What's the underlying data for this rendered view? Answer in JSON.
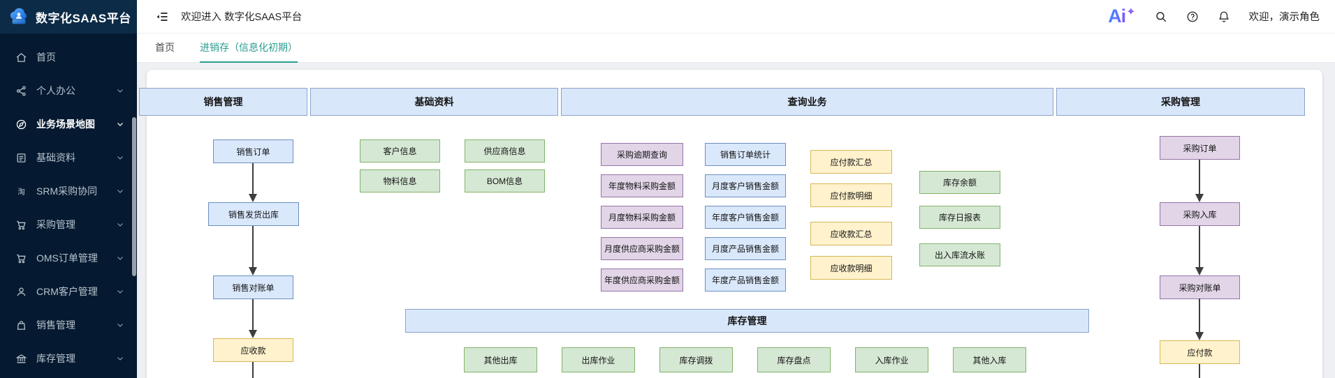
{
  "app": {
    "title": "数字化SAAS平台"
  },
  "header": {
    "welcome_title": "欢迎进入 数字化SAAS平台",
    "logo_text": "Ai",
    "logo_sparkle": "✦",
    "user_greeting": "欢迎，演示角色",
    "icons": [
      "menu-fold-icon",
      "search-icon",
      "help-icon",
      "bell-icon"
    ]
  },
  "tabs": [
    {
      "label": "首页",
      "active": false
    },
    {
      "label": "进销存（信息化初期）",
      "active": true
    }
  ],
  "sidebar": {
    "items": [
      {
        "label": "首页",
        "icon": "home-icon",
        "expandable": false,
        "active": false
      },
      {
        "label": "个人办公",
        "icon": "share-icon",
        "expandable": true,
        "active": false
      },
      {
        "label": "业务场景地图",
        "icon": "compass-icon",
        "expandable": true,
        "active": true
      },
      {
        "label": "基础资料",
        "icon": "document-icon",
        "expandable": true,
        "active": false
      },
      {
        "label": "SRM采购协同",
        "icon": "taobao-icon",
        "expandable": true,
        "active": false
      },
      {
        "label": "采购管理",
        "icon": "cart-icon",
        "expandable": true,
        "active": false
      },
      {
        "label": "OMS订单管理",
        "icon": "cart-icon",
        "expandable": true,
        "active": false
      },
      {
        "label": "CRM客户管理",
        "icon": "user-icon",
        "expandable": true,
        "active": false
      },
      {
        "label": "销售管理",
        "icon": "bag-icon",
        "expandable": true,
        "active": false
      },
      {
        "label": "库存管理",
        "icon": "bank-icon",
        "expandable": true,
        "active": false
      }
    ]
  },
  "colors": {
    "sidebar_bg": "#051a30",
    "sidebar_logo_bg": "#0c2b47",
    "tab_active": "#2a9d8f",
    "node_blue_fill": "#dae8fc",
    "node_blue_border": "#6c8ebf",
    "node_green_fill": "#d5e8d4",
    "node_green_border": "#82b366",
    "node_purple_fill": "#e1d5e7",
    "node_purple_border": "#9673a6",
    "node_yellow_fill": "#fff2cc",
    "node_yellow_border": "#d6b656",
    "section_header_fill": "#d9e7fb"
  },
  "diagram": {
    "sections": [
      {
        "id": "sec-sales",
        "label": "销售管理"
      },
      {
        "id": "sec-basic",
        "label": "基础资料"
      },
      {
        "id": "sec-query",
        "label": "查询业务"
      },
      {
        "id": "sec-purchase",
        "label": "采购管理"
      },
      {
        "id": "sec-inventory",
        "label": "库存管理"
      }
    ],
    "nodes": [
      {
        "id": "sales-order",
        "label": "销售订单",
        "color": "blue"
      },
      {
        "id": "sales-delivery-outbound",
        "label": "销售发货出库",
        "color": "blue"
      },
      {
        "id": "sales-statement",
        "label": "销售对账单",
        "color": "blue"
      },
      {
        "id": "receivable",
        "label": "应收款",
        "color": "yellow"
      },
      {
        "id": "customer-info",
        "label": "客户信息",
        "color": "green"
      },
      {
        "id": "supplier-info",
        "label": "供应商信息",
        "color": "green"
      },
      {
        "id": "material-info",
        "label": "物料信息",
        "color": "green"
      },
      {
        "id": "bom-info",
        "label": "BOM信息",
        "color": "green"
      },
      {
        "id": "purchase-overdue-query",
        "label": "采购逾期查询",
        "color": "purple"
      },
      {
        "id": "annual-material-purchase",
        "label": "年度物料采购金额",
        "color": "purple"
      },
      {
        "id": "monthly-material-purchase",
        "label": "月度物料采购金额",
        "color": "purple"
      },
      {
        "id": "monthly-supplier-purchase",
        "label": "月度供应商采购金额",
        "color": "purple"
      },
      {
        "id": "annual-supplier-purchase",
        "label": "年度供应商采购金额",
        "color": "purple"
      },
      {
        "id": "sales-order-stats",
        "label": "销售订单统计",
        "color": "blue"
      },
      {
        "id": "monthly-customer-sales",
        "label": "月度客户销售金额",
        "color": "blue"
      },
      {
        "id": "annual-customer-sales",
        "label": "年度客户销售金额",
        "color": "blue"
      },
      {
        "id": "monthly-product-sales",
        "label": "月度产品销售金额",
        "color": "blue"
      },
      {
        "id": "annual-product-sales",
        "label": "年度产品销售金额",
        "color": "blue"
      },
      {
        "id": "payable-summary",
        "label": "应付款汇总",
        "color": "yellow"
      },
      {
        "id": "payable-detail",
        "label": "应付款明细",
        "color": "yellow"
      },
      {
        "id": "receivable-summary",
        "label": "应收款汇总",
        "color": "yellow"
      },
      {
        "id": "receivable-detail",
        "label": "应收款明细",
        "color": "yellow"
      },
      {
        "id": "inventory-balance",
        "label": "库存余额",
        "color": "green"
      },
      {
        "id": "inventory-daily-report",
        "label": "库存日报表",
        "color": "green"
      },
      {
        "id": "inout-ledger",
        "label": "出入库流水账",
        "color": "green"
      },
      {
        "id": "purchase-order",
        "label": "采购订单",
        "color": "purple"
      },
      {
        "id": "purchase-inbound",
        "label": "采购入库",
        "color": "purple"
      },
      {
        "id": "purchase-statement",
        "label": "采购对账单",
        "color": "purple"
      },
      {
        "id": "payable",
        "label": "应付款",
        "color": "yellow"
      },
      {
        "id": "other-outbound",
        "label": "其他出库",
        "color": "green"
      },
      {
        "id": "outbound-ops",
        "label": "出库作业",
        "color": "green"
      },
      {
        "id": "inventory-transfer",
        "label": "库存调拨",
        "color": "green"
      },
      {
        "id": "inventory-count",
        "label": "库存盘点",
        "color": "green"
      },
      {
        "id": "inbound-ops",
        "label": "入库作业",
        "color": "green"
      },
      {
        "id": "other-inbound",
        "label": "其他入库",
        "color": "green"
      }
    ]
  }
}
